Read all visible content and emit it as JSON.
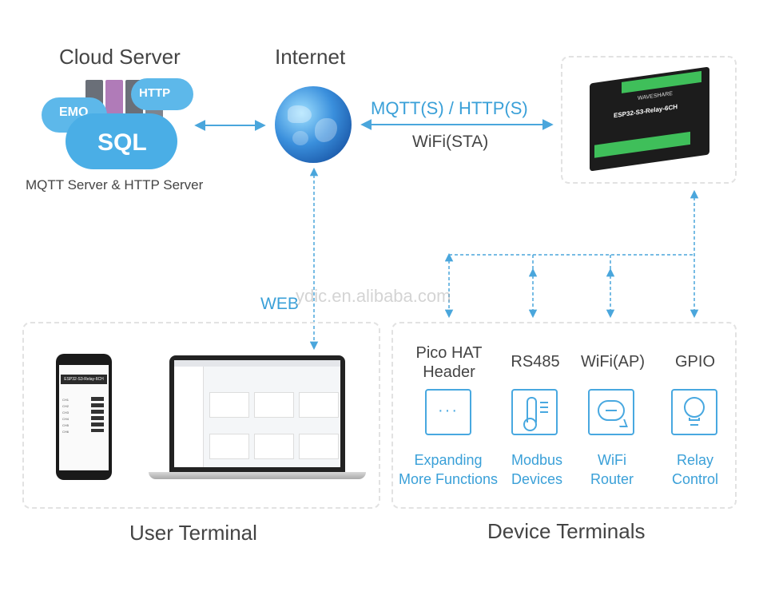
{
  "cloud": {
    "title": "Cloud Server",
    "subtitle": "MQTT Server & HTTP Server",
    "tag_emq": "EMQ",
    "tag_http": "HTTP",
    "tag_sql": "SQL"
  },
  "internet": {
    "title": "Internet"
  },
  "links": {
    "protocol": "MQTT(S) / HTTP(S)",
    "wifi": "WiFi(STA)",
    "web": "WEB"
  },
  "device": {
    "model": "ESP32-S3-Relay-6CH",
    "brand": "WAVESHARE"
  },
  "watermark": "ydic.en.alibaba.com",
  "user_terminal": {
    "title": "User Terminal",
    "phone_header": "ESP32-S3-Relay-6CH",
    "phone_rows": [
      "CH1",
      "CH2",
      "CH3",
      "CH4",
      "CH5",
      "CH6"
    ]
  },
  "device_terminals": {
    "title": "Device Terminals",
    "items": [
      {
        "label_line1": "Pico HAT",
        "label_line2": "Header",
        "sub_line1": "Expanding",
        "sub_line2": "More Functions",
        "icon": "dots-icon"
      },
      {
        "label_line1": "RS485",
        "label_line2": "",
        "sub_line1": "Modbus",
        "sub_line2": "Devices",
        "icon": "thermometer-icon"
      },
      {
        "label_line1": "WiFi(AP)",
        "label_line2": "",
        "sub_line1": "WiFi",
        "sub_line2": "Router",
        "icon": "chat-bubble-icon"
      },
      {
        "label_line1": "GPIO",
        "label_line2": "",
        "sub_line1": "Relay",
        "sub_line2": "Control",
        "icon": "lightbulb-icon"
      }
    ]
  },
  "colors": {
    "accent": "#3aa0d8",
    "arrow": "#4aa6dc",
    "border": "#e2e2e2"
  }
}
